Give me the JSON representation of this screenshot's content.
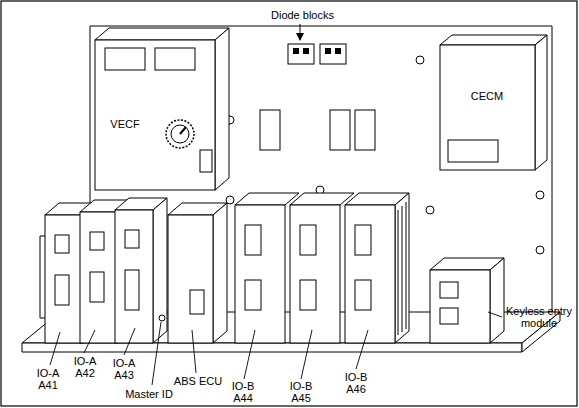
{
  "diagram": {
    "labels": [
      "Diode blocks",
      "VECF",
      "CECM",
      "Keyless entry module",
      "IO-A A41",
      "IO-A A42",
      "IO-A A43",
      "Master ID",
      "ABS ECU",
      "IO-B A44",
      "IO-B A45",
      "IO-B A46"
    ]
  }
}
